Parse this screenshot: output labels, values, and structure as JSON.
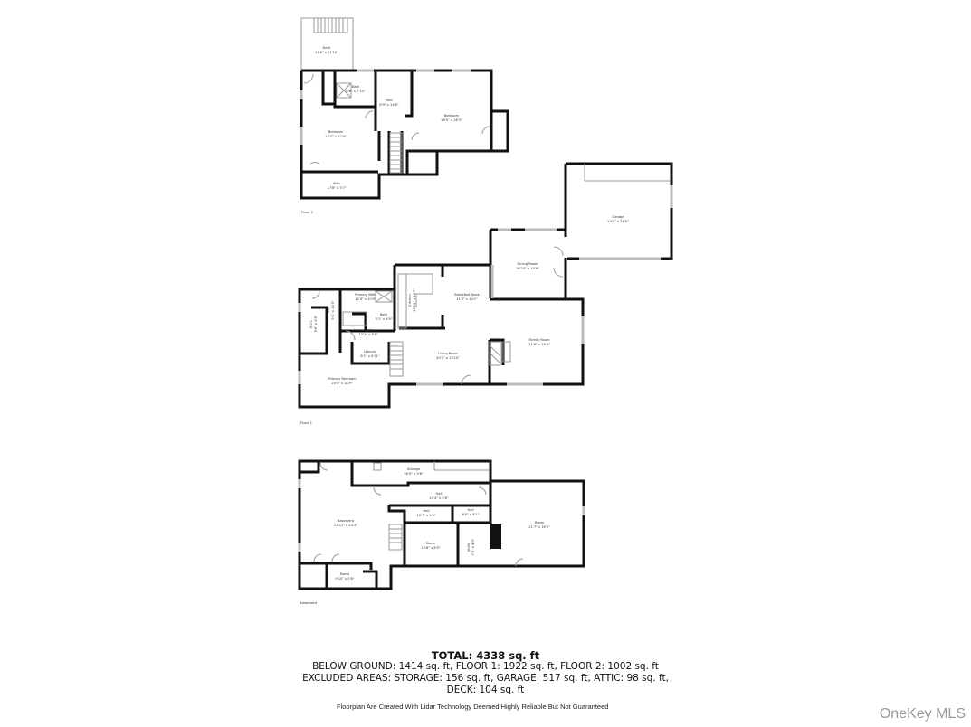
{
  "floors": {
    "floor2": {
      "label": "Floor 2",
      "rooms": [
        {
          "name": "Deck",
          "dims": "11'6\" x 11'10\""
        },
        {
          "name": "Bath",
          "dims": "8'6\" x 7'10\""
        },
        {
          "name": "Hall",
          "dims": "8'9\" x 14'0\""
        },
        {
          "name": "Bedroom",
          "dims": "20'0\" x 18'3\""
        },
        {
          "name": "Bedroom",
          "dims": "17'7\" x 22'4\""
        },
        {
          "name": "Attic",
          "dims": "17'8\" x 5'7\""
        }
      ]
    },
    "floor1": {
      "label": "Floor 1",
      "rooms": [
        {
          "name": "Garage",
          "dims": "24'0\" x 21'5\""
        },
        {
          "name": "Dining Room",
          "dims": "16'10\" x 15'9\""
        },
        {
          "name": "Primary Bath",
          "dims": "12'4\" x 10'9\""
        },
        {
          "name": "Kitchen",
          "dims": "10'11\" x 14'7\""
        },
        {
          "name": "Breakfast Nook",
          "dims": "11'0\" x 14'1\""
        },
        {
          "name": "Hall",
          "dims": "9'1\" x 14'5\""
        },
        {
          "name": "W.I.C.",
          "dims": "5'6\" x 9'8\""
        },
        {
          "name": "Bath",
          "dims": "5'1\" x 4'9\""
        },
        {
          "name": "Hall",
          "dims": "12'1\" x 3'1\""
        },
        {
          "name": "Family Room",
          "dims": "21'6\" x 19'3\""
        },
        {
          "name": "Laundry",
          "dims": "8'1\" x 4'11\""
        },
        {
          "name": "Living Room",
          "dims": "20'1\" x 13'10\""
        },
        {
          "name": "Primary Bedroom",
          "dims": "20'4\" x 14'9\""
        }
      ]
    },
    "basement": {
      "label": "Basement",
      "rooms": [
        {
          "name": "Storage",
          "dims": "30'5\" x 5'6\""
        },
        {
          "name": "Hall",
          "dims": "22'4\" x 4'8\""
        },
        {
          "name": "Hall",
          "dims": "10'7\" x 4'5\""
        },
        {
          "name": "Hall",
          "dims": "6'0\" x 4'1\""
        },
        {
          "name": "Basement",
          "dims": "23'11\" x 23'3\""
        },
        {
          "name": "Room",
          "dims": "21'7\" x 16'0\""
        },
        {
          "name": "Room",
          "dims": "12'6\" x 8'0\""
        },
        {
          "name": "Utility",
          "dims": "7'0\" x 8'0\""
        },
        {
          "name": "Room",
          "dims": "9'10\" x 5'8\""
        }
      ]
    }
  },
  "summary": {
    "total": "TOTAL: 4338 sq. ft",
    "below_ground_line": "BELOW GROUND: 1414 sq. ft, FLOOR 1: 1922 sq. ft, FLOOR 2: 1002 sq. ft",
    "excluded_line1": "EXCLUDED AREAS: STORAGE: 156 sq. ft, GARAGE: 517 sq. ft, ATTIC: 98 sq. ft,",
    "excluded_line2": "DECK: 104 sq. ft"
  },
  "disclaimer": "Floorplan Are Created With Lidar Technology Deemed Highly Reliable But Not Guaranteed",
  "watermark": "OneKey MLS"
}
